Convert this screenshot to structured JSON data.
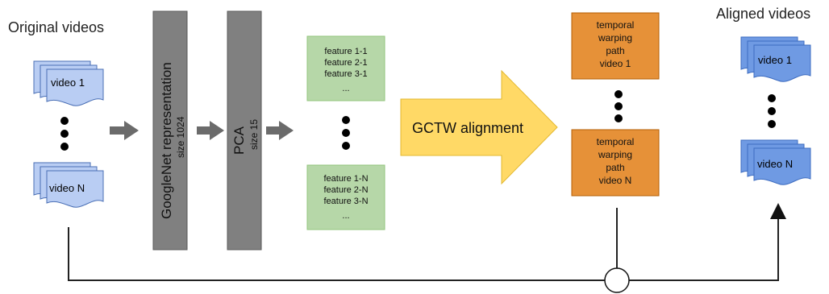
{
  "headings": {
    "original": "Original videos",
    "aligned": "Aligned videos"
  },
  "original_videos": {
    "first": "video 1",
    "last": "video N"
  },
  "googlenet": {
    "title": "GoogleNet representation",
    "size": "size 1024"
  },
  "pca": {
    "title": "PCA",
    "size": "size 15"
  },
  "features_first": [
    "feature 1-1",
    "feature 2-1",
    "feature 3-1",
    "..."
  ],
  "features_last": [
    "feature 1-N",
    "feature 2-N",
    "feature 3-N",
    "..."
  ],
  "gctw": {
    "label": "GCTW alignment"
  },
  "warp_first": [
    "temporal",
    "warping",
    "path",
    "video 1"
  ],
  "warp_last": [
    "temporal",
    "warping",
    "path",
    "video N"
  ],
  "aligned_videos": {
    "first": "video 1",
    "last": "video N"
  },
  "colors": {
    "original_video": "#b9cdf3",
    "aligned_video": "#6f9ae3",
    "feature_box": "#b6d7a8",
    "warp_box": "#e69138",
    "gctw_arrow": "#ffd966",
    "bar": "#808080",
    "arrow": "#6b6b6b"
  }
}
